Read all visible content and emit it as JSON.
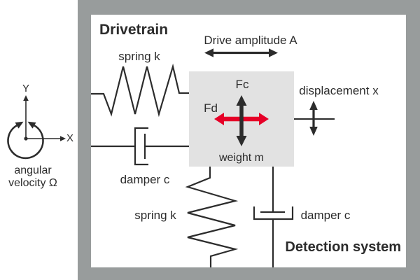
{
  "colors": {
    "frame-gray": "#989c9c",
    "mass-gray": "#e2e2e2",
    "ink": "#2c2c2c",
    "accent-red": "#e60028"
  },
  "titles": {
    "drivetrain": "Drivetrain",
    "detection": "Detection system"
  },
  "drivetrain": {
    "spring": "spring k",
    "damper": "damper c",
    "amplitude": "Drive amplitude A"
  },
  "mass": {
    "weight": "weight m",
    "coriolis_force": "Fc",
    "drive_force": "Fd"
  },
  "sense": {
    "spring": "spring k",
    "damper": "damper c",
    "displacement": "displacement x"
  },
  "axes": {
    "x": "X",
    "y": "Y",
    "angular_line1": "angular",
    "angular_line2": "velocity Ω"
  }
}
